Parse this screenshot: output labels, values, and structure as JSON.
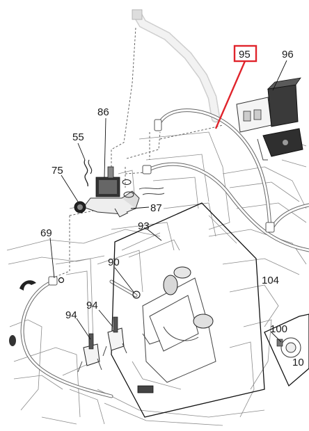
{
  "highlight_color": "#e0242c",
  "parts": {
    "p95": "95",
    "p96": "96",
    "p86": "86",
    "p55": "55",
    "p75": "75",
    "p87": "87",
    "p93": "93",
    "p69": "69",
    "p90": "90",
    "p104": "104",
    "p94a": "94",
    "p94b": "94",
    "p100": "100",
    "p10x": "10"
  }
}
